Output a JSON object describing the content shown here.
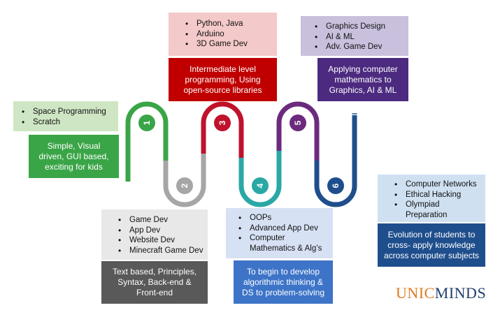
{
  "stages": [
    {
      "number": "1",
      "color": "#3aa547",
      "topics": [
        "Space Programming",
        "Scratch"
      ],
      "description": "Simple, Visual driven, GUI based, exciting for kids",
      "topic_bg": "#cfe6c4",
      "desc_bg": "#3aa547"
    },
    {
      "number": "2",
      "color": "#a6a6a6",
      "topics": [
        "Game Dev",
        "App Dev",
        "Website Dev",
        "Minecraft Game Dev"
      ],
      "description": "Text based, Principles, Syntax, Back-end & Front-end",
      "topic_bg": "#e8e8e8",
      "desc_bg": "#595959"
    },
    {
      "number": "3",
      "color": "#c0122c",
      "topics": [
        "Python, Java",
        "Arduino",
        "3D Game Dev"
      ],
      "description": "Intermediate level programming, Using open-source libraries",
      "topic_bg": "#f4c9c9",
      "desc_bg": "#c00000"
    },
    {
      "number": "4",
      "color": "#2aa8a6",
      "topics": [
        "OOPs",
        "Advanced App Dev",
        "Computer Mathematics & Alg’s"
      ],
      "description": "To begin to develop algorithmic thinking & DS to problem-solving",
      "topic_bg": "#d7e1f4",
      "desc_bg": "#3d74c8"
    },
    {
      "number": "5",
      "color": "#6b2a7e",
      "topics": [
        "Graphics Design",
        "AI & ML",
        "Adv. Game Dev"
      ],
      "description": "Applying computer mathematics to Graphics, AI & ML",
      "topic_bg": "#c9c0dd",
      "desc_bg": "#4b2a7f"
    },
    {
      "number": "6",
      "color": "#1f4e8c",
      "topics": [
        "Computer Networks",
        "Ethical Hacking",
        "Olympiad Preparation"
      ],
      "description": "Evolution of students to cross- apply knowledge across computer subjects",
      "topic_bg": "#cfe0f1",
      "desc_bg": "#1f4e8c"
    }
  ],
  "logo": {
    "part1": "UNIC",
    "part2": "MINDS",
    "color1": "#e07a1f",
    "color2": "#1f3e6e"
  }
}
